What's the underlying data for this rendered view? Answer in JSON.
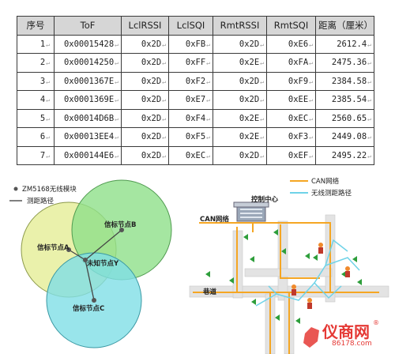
{
  "table": {
    "headers": [
      "序号",
      "ToF",
      "LclRSSI",
      "LclSQI",
      "RmtRSSI",
      "RmtSQI",
      "距离（厘米）"
    ],
    "rows": [
      [
        "1",
        "0x00015428",
        "0x2D",
        "0xFB",
        "0x2D",
        "0xE6",
        "2612.4"
      ],
      [
        "2",
        "0x00014250",
        "0x2D",
        "0xFF",
        "0x2E",
        "0xFA",
        "2475.36"
      ],
      [
        "3",
        "0x0001367E",
        "0x2D",
        "0xF2",
        "0x2D",
        "0xF9",
        "2384.58"
      ],
      [
        "4",
        "0x0001369E",
        "0x2D",
        "0xE7",
        "0x2D",
        "0xEE",
        "2385.54"
      ],
      [
        "5",
        "0x00014D6B",
        "0x2D",
        "0xF4",
        "0x2E",
        "0xEC",
        "2560.65"
      ],
      [
        "6",
        "0x00013EE4",
        "0x2D",
        "0xF5",
        "0x2E",
        "0xF3",
        "2449.08"
      ],
      [
        "7",
        "0x000144E6",
        "0x2D",
        "0xEC",
        "0x2D",
        "0xEF",
        "2495.22"
      ]
    ]
  },
  "circle_diagram": {
    "legend_module": "ZM5168无线模块",
    "legend_path": "测距路径",
    "node_a": "信标节点A",
    "node_b": "信标节点B",
    "node_c": "信标节点C",
    "node_y": "未知节点Y"
  },
  "network_diagram": {
    "legend_can": "CAN网络",
    "legend_wireless": "无线测距路径",
    "control_center": "控制中心",
    "can_label": "CAN网络",
    "tunnel_label": "巷道"
  },
  "watermark": {
    "brand": "仪商网",
    "registered": "®",
    "site": "86178.com"
  },
  "colors": {
    "circle_a": "#e6ee9c",
    "circle_b": "#8ee08a",
    "circle_c": "#7fdfe6",
    "can_line": "#f5a623",
    "wireless_line": "#6fd3e8",
    "tunnel": "#e0e0e0",
    "watermark": "#e53935"
  }
}
